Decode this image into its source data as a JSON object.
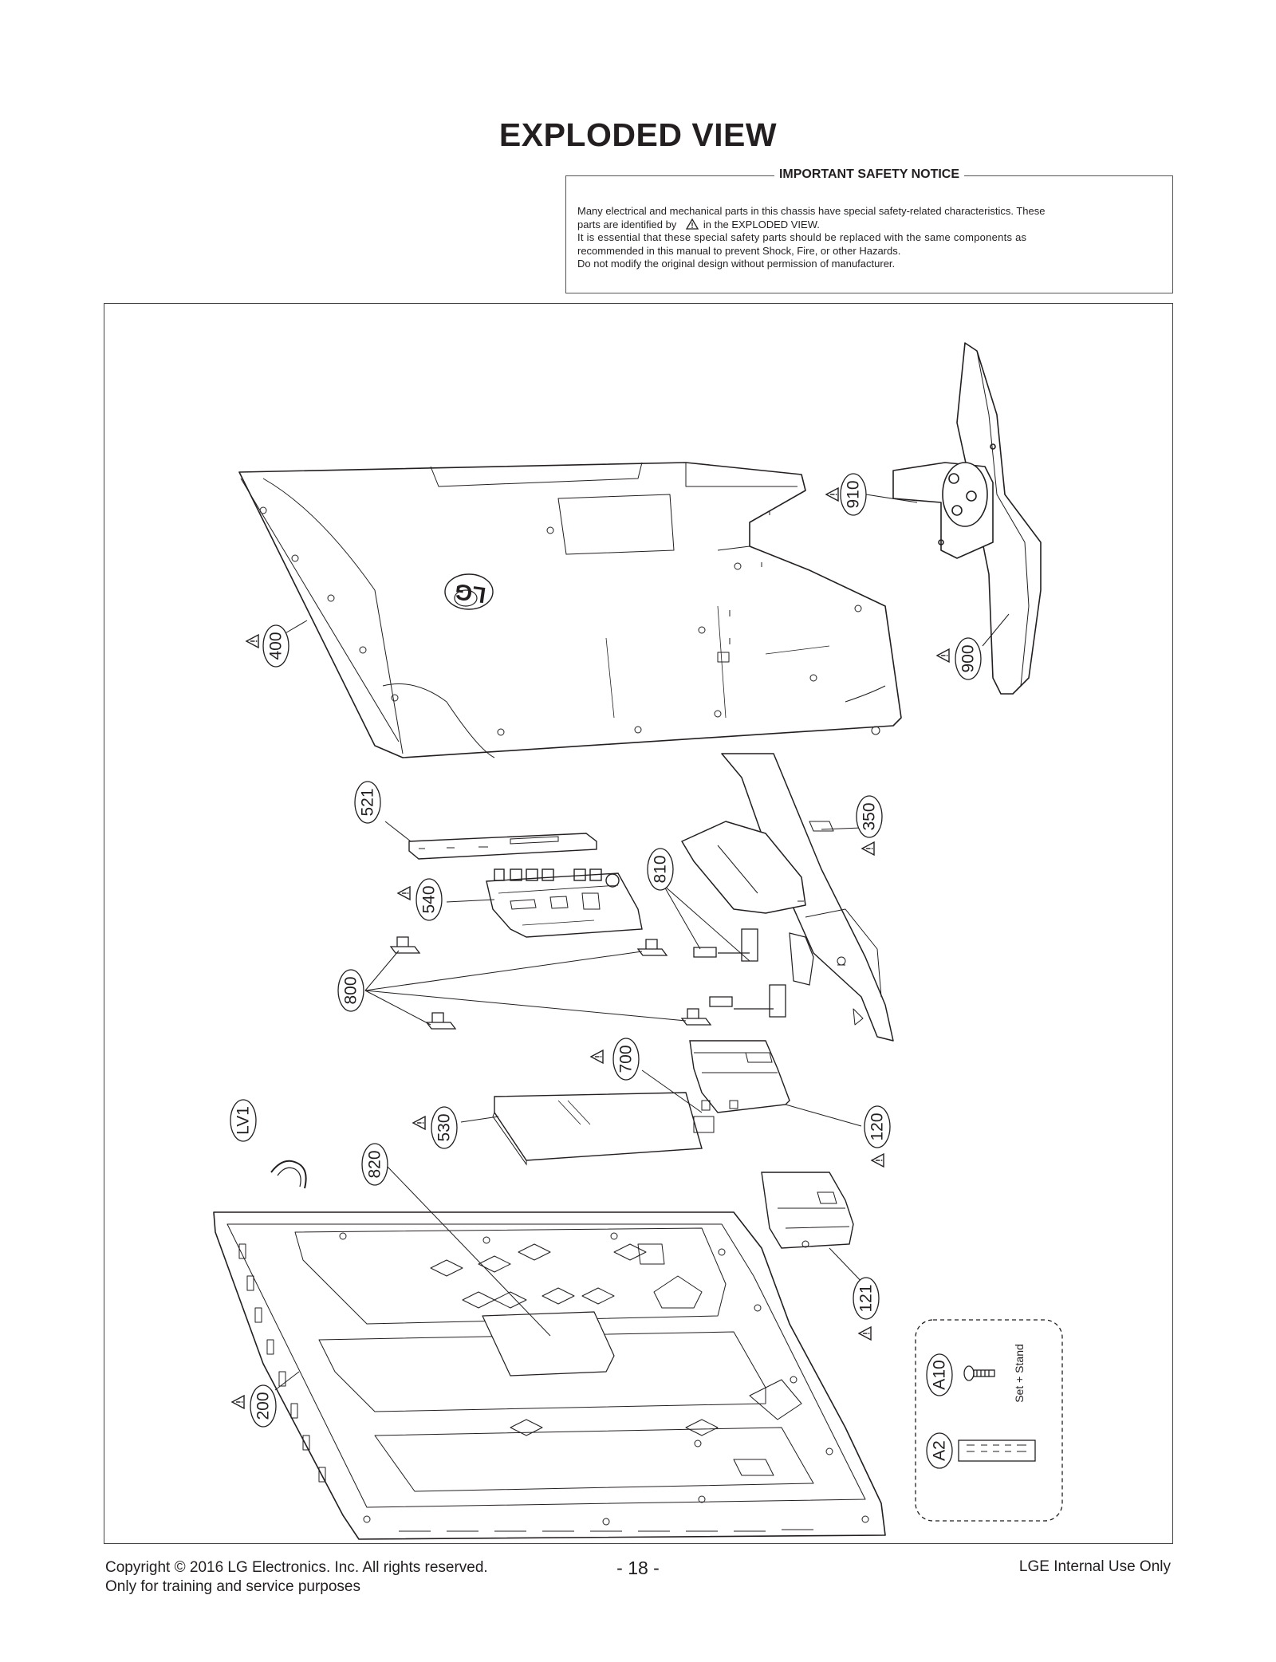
{
  "page": {
    "title": "EXPLODED VIEW"
  },
  "notice": {
    "heading": "IMPORTANT SAFETY NOTICE",
    "lines": [
      "Many electrical and mechanical parts in this chassis have special safety-related characteristics. These",
      "parts are identified by",
      "in the EXPLODED VIEW.",
      "It is essential that these special safety parts should be replaced with the same components as",
      "recommended in this manual to prevent Shock, Fire, or other Hazards.",
      "Do not modify the original design without permission of manufacturer."
    ]
  },
  "diagram": {
    "logo": "LG",
    "part_labels": {
      "p400": "400",
      "p910": "910",
      "p900": "900",
      "p521": "521",
      "p350": "350",
      "p540": "540",
      "p810": "810",
      "p800": "800",
      "p700": "700",
      "pLV1": "LV1",
      "p530": "530",
      "p120": "120",
      "p820": "820",
      "p121": "121",
      "p200": "200",
      "pA10": "A10",
      "pA2": "A2"
    },
    "accessory_note": "Set + Stand",
    "safety_marked_parts": [
      "910",
      "400",
      "900",
      "350",
      "540",
      "700",
      "530",
      "120",
      "121",
      "200"
    ]
  },
  "footer": {
    "copyright": "Copyright  © 2016  LG Electronics. Inc. All rights reserved.",
    "purpose": "Only for training and service purposes",
    "page_number": "- 18 -",
    "internal": "LGE Internal Use Only"
  }
}
